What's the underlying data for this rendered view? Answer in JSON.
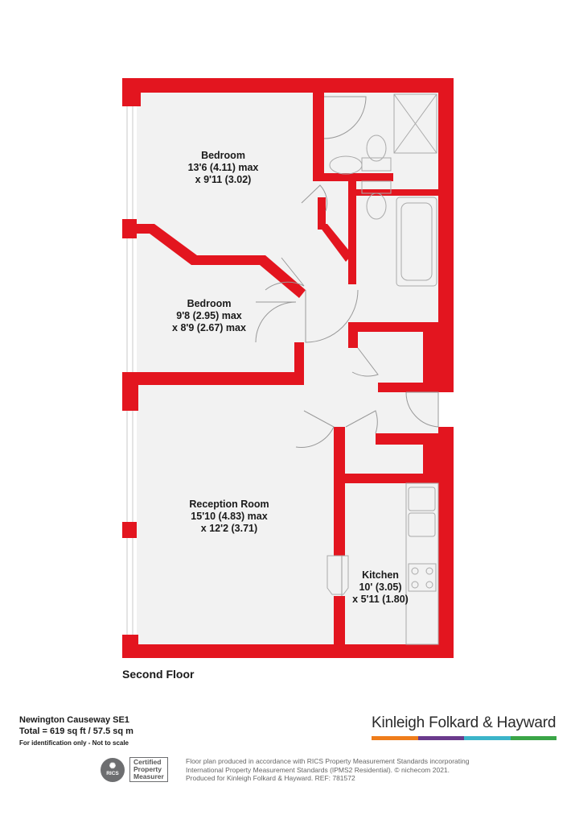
{
  "colors": {
    "wall": "#e3151f",
    "floor": "#f2f2f2",
    "line": "#999999",
    "stripe_orange": "#ef7d1a",
    "stripe_purple": "#6a3a8c",
    "stripe_teal": "#3bb4c9",
    "stripe_green": "#3aa547"
  },
  "rooms": [
    {
      "name": "Bedroom",
      "dim1": "13'6 (4.11) max",
      "dim2": "x 9'11 (3.02)"
    },
    {
      "name": "Bedroom",
      "dim1": "9'8 (2.95) max",
      "dim2": "x 8'9 (2.67) max"
    },
    {
      "name": "Reception Room",
      "dim1": "15'10 (4.83) max",
      "dim2": "x 12'2 (3.71)"
    },
    {
      "name": "Kitchen",
      "dim1": "10' (3.05)",
      "dim2": "x 5'11 (1.80)"
    }
  ],
  "floor_title": "Second Floor",
  "property": {
    "name": "Newington Causeway  SE1",
    "total": "Total = 619 sq ft / 57.5 sq m",
    "disclaimer": "For identification only - Not to scale"
  },
  "agent": {
    "name": "Kinleigh Folkard & Hayward"
  },
  "rics": {
    "abbr": "RICS",
    "line1": "Certified",
    "line2": "Property",
    "line3": "Measurer"
  },
  "footer_note": {
    "line1": "Floor plan produced in accordance with RICS Property Measurement Standards incorporating",
    "line2": "International Property Measurement Standards (IPMS2 Residential).  © nichecom 2021.",
    "line3": "Produced for Kinleigh Folkard & Hayward.   REF: 781572"
  }
}
